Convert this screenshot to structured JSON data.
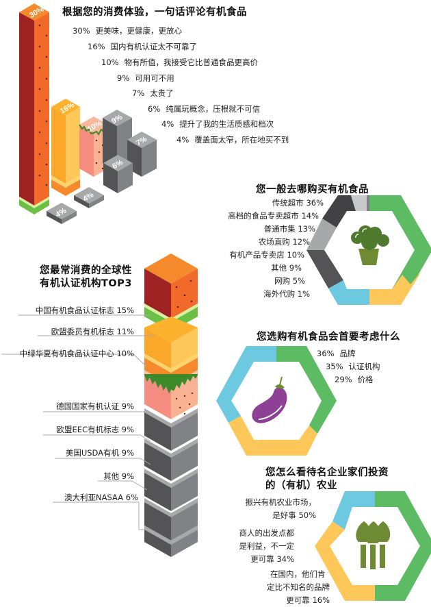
{
  "colors": {
    "green": "#5dbb63",
    "yellow": "#fdc75a",
    "blue": "#6cc9e0",
    "watermelon_dark": "#9e2222",
    "watermelon_light": "#f26a2a",
    "orange_top": "#f58a2c",
    "gray_dark": "#545456",
    "gray_mid": "#818285",
    "gray_light": "#a7a8aa",
    "eggplant": "#8e3f96",
    "broccoli": "#4f7a2d"
  },
  "section1": {
    "title": "根据您的消费体验，一句话评论有机食品",
    "items": [
      {
        "pct": "30%",
        "label": "更美味，更健康，更放心"
      },
      {
        "pct": "16%",
        "label": "国内有机认证太不可靠了"
      },
      {
        "pct": "10%",
        "label": "物有所值，我接受它比普通食品更高价"
      },
      {
        "pct": "9%",
        "label": "可用可不用"
      },
      {
        "pct": "7%",
        "label": "太贵了"
      },
      {
        "pct": "6%",
        "label": "纯属玩概念，压根就不可信"
      },
      {
        "pct": "4%",
        "label": "提升了我的生活质感和档次"
      },
      {
        "pct": "4%",
        "label": "覆盖面太窄，所在地买不到"
      }
    ],
    "bar_labels": [
      "30%",
      "16%",
      "10%",
      "9%",
      "7%",
      "6%",
      "4%",
      "4%"
    ]
  },
  "section2": {
    "title": "您一般去哪购买有机食品",
    "items": [
      {
        "label": "传统超市",
        "pct": "36%"
      },
      {
        "label": "高档的食品专卖超市",
        "pct": "14%"
      },
      {
        "label": "普通市集",
        "pct": "13%"
      },
      {
        "label": "农场直购",
        "pct": "12%"
      },
      {
        "label": "有机产品专卖店",
        "pct": "10%"
      },
      {
        "label": "其他",
        "pct": "9%"
      },
      {
        "label": "网购",
        "pct": "5%"
      },
      {
        "label": "海外代购",
        "pct": "1%"
      }
    ],
    "icon": "broccoli-icon"
  },
  "section3": {
    "title_line1": "您最常消费的全球性",
    "title_line2": "有机认证机构TOP3",
    "items": [
      {
        "label": "中国有机食品认证标志",
        "pct": "15%"
      },
      {
        "label": "欧盟委员有机标志",
        "pct": "11%"
      },
      {
        "label": "中绿华夏有机食品认证中心",
        "pct": "10%"
      },
      {
        "label": "德国国家有机认证",
        "pct": "9%"
      },
      {
        "label": "欧盟EEC有机标志",
        "pct": "9%"
      },
      {
        "label": "美国USDA有机",
        "pct": "9%"
      },
      {
        "label": "其他",
        "pct": "9%"
      },
      {
        "label": "澳大利亚NASAA",
        "pct": "6%"
      }
    ]
  },
  "section4": {
    "title": "您选购有机食品会首要考虑什么",
    "items": [
      {
        "pct": "36%",
        "label": "品牌"
      },
      {
        "pct": "35%",
        "label": "认证机构"
      },
      {
        "pct": "29%",
        "label": "价格"
      }
    ],
    "icon": "eggplant-icon"
  },
  "section5": {
    "title_line1": "您怎么看待名企业家们投资",
    "title_line2": "的（有机）农业",
    "items": [
      {
        "lines": [
          "振兴有机农业市场，",
          "是好事"
        ],
        "pct": "50%"
      },
      {
        "lines": [
          "商人的出发点都",
          "是利益，不一定",
          "更可靠"
        ],
        "pct": "34%"
      },
      {
        "lines": [
          "在国内，他们肯",
          "定比不知名的品牌",
          "更可靠"
        ],
        "pct": "16%"
      }
    ],
    "icon": "asparagus-icon"
  },
  "chart_data": [
    {
      "type": "bar",
      "title": "根据您的消费体验，一句话评论有机食品",
      "categories": [
        "更美味，更健康，更放心",
        "国内有机认证太不可靠了",
        "物有所值，我接受它比普通食品更高价",
        "可用可不用",
        "太贵了",
        "纯属玩概念，压根就不可信",
        "提升了我的生活质感和档次",
        "覆盖面太窄，所在地买不到"
      ],
      "values": [
        30,
        16,
        10,
        9,
        7,
        6,
        4,
        4
      ],
      "unit": "%"
    },
    {
      "type": "pie",
      "title": "您一般去哪购买有机食品",
      "categories": [
        "传统超市",
        "高档的食品专卖超市",
        "普通市集",
        "农场直购",
        "有机产品专卖店",
        "其他",
        "网购",
        "海外代购"
      ],
      "values": [
        36,
        14,
        13,
        12,
        10,
        9,
        5,
        1
      ],
      "unit": "%"
    },
    {
      "type": "bar",
      "title": "您最常消费的全球性有机认证机构TOP3",
      "categories": [
        "中国有机食品认证标志",
        "欧盟委员有机标志",
        "中绿华夏有机食品认证中心",
        "德国国家有机认证",
        "欧盟EEC有机标志",
        "美国USDA有机",
        "其他",
        "澳大利亚NASAA"
      ],
      "values": [
        15,
        11,
        10,
        9,
        9,
        9,
        9,
        6
      ],
      "unit": "%"
    },
    {
      "type": "pie",
      "title": "您选购有机食品会首要考虑什么",
      "categories": [
        "品牌",
        "认证机构",
        "价格"
      ],
      "values": [
        36,
        35,
        29
      ],
      "unit": "%"
    },
    {
      "type": "pie",
      "title": "您怎么看待名企业家们投资的（有机）农业",
      "categories": [
        "振兴有机农业市场，是好事",
        "商人的出发点都是利益，不一定更可靠",
        "在国内，他们肯定比不知名的品牌更可靠"
      ],
      "values": [
        50,
        34,
        16
      ],
      "unit": "%"
    }
  ]
}
